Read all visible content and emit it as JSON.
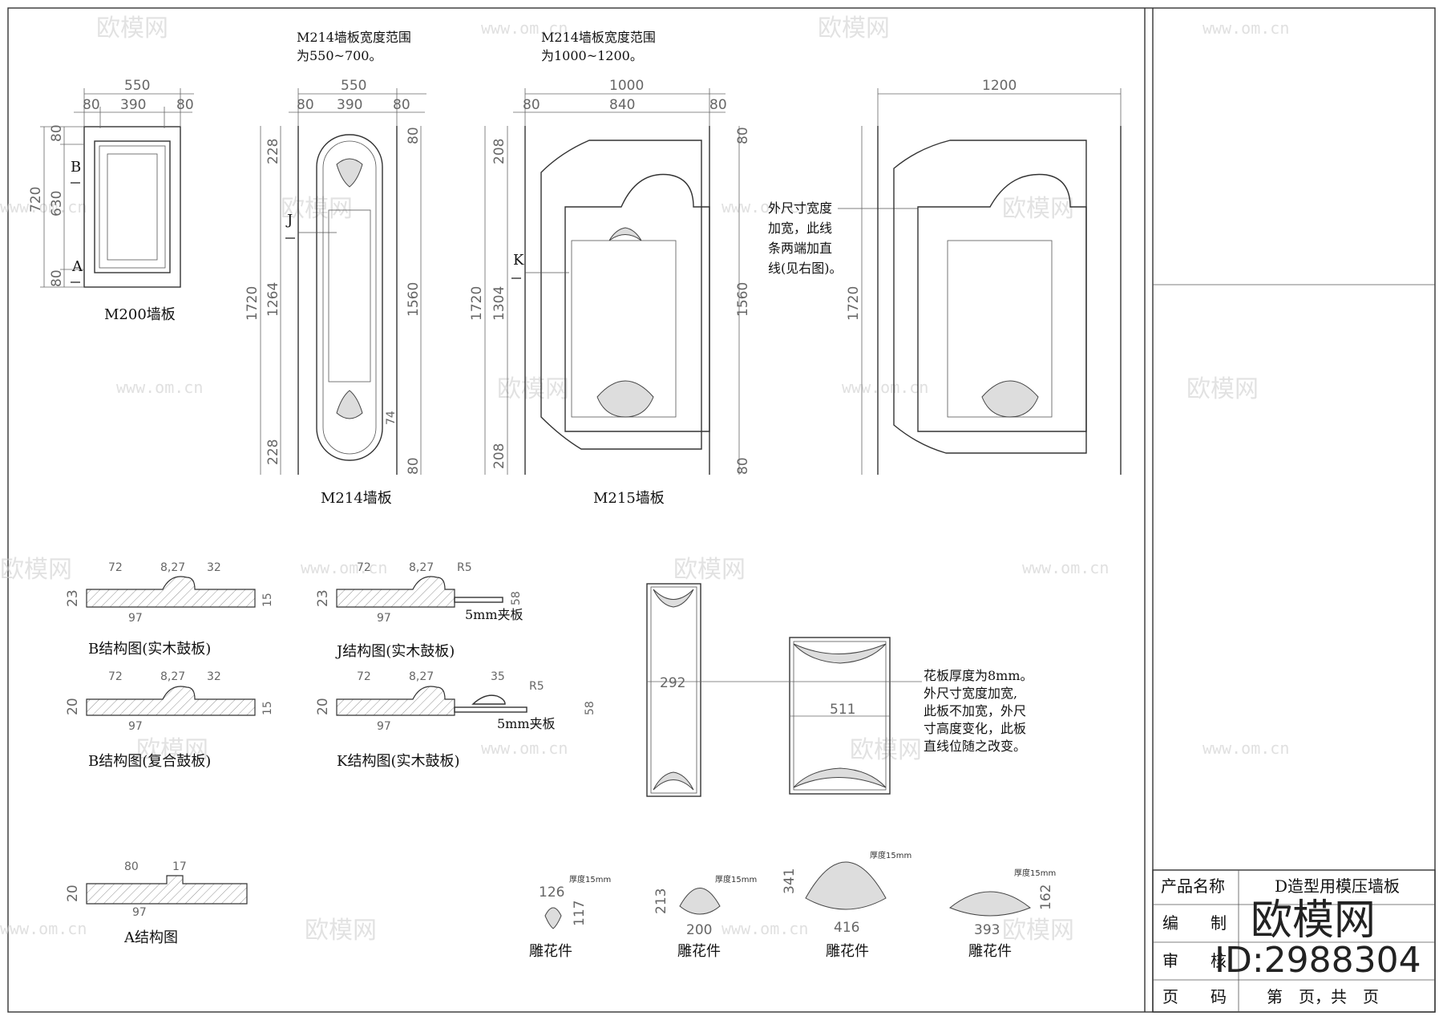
{
  "notes": {
    "m214_range_line1": "M214墙板宽度范围",
    "m214_range_line2": "为550~700。",
    "m215_range_line1": "M214墙板宽度范围",
    "m215_range_line2": "为1000~1200。",
    "outer_note": [
      "外尺寸宽度",
      "加宽，此线",
      "条两端加直",
      "线(见右图)。"
    ],
    "flower_note": [
      "花板厚度为8mm。",
      "外尺寸宽度加宽,",
      "此板不加宽，外尺",
      "寸高度变化，此板",
      "直线位随之改变。"
    ]
  },
  "panels": {
    "m200": {
      "label": "M200墙板",
      "w": "550",
      "w_parts": [
        "80",
        "390",
        "80"
      ],
      "h": "720",
      "h_parts": [
        "80",
        "630",
        "80"
      ],
      "marks": [
        "B",
        "A"
      ]
    },
    "m214": {
      "label": "M214墙板",
      "w": "550",
      "w_parts": [
        "80",
        "390",
        "80"
      ],
      "h": "1720",
      "h_inner": "1264",
      "h_parts_l": [
        "228",
        "228"
      ],
      "h_right": "1560",
      "h_right_parts": [
        "80",
        "80"
      ],
      "mark": "J",
      "small": "74"
    },
    "m215": {
      "label": "M215墙板",
      "w": "1000",
      "w_parts": [
        "80",
        "840",
        "80"
      ],
      "h": "1720",
      "h_inner": "1304",
      "h_parts_l": [
        "208",
        "208"
      ],
      "h_right": "1560",
      "h_right_parts": [
        "80",
        "80"
      ],
      "mark": "K"
    },
    "m215b": {
      "w": "1200",
      "h": "1720"
    }
  },
  "sections": {
    "b1": {
      "label": "B结构图(实木鼓板)",
      "dims_top": [
        "72",
        "8,27",
        "32"
      ],
      "h": "23",
      "w": "97",
      "r": "15"
    },
    "j": {
      "label": "J结构图(实木鼓板)",
      "dims_top": [
        "72",
        "8,27",
        "R5"
      ],
      "h": "23",
      "w": "97",
      "r": "58",
      "clip": "5mm夹板"
    },
    "b2": {
      "label": "B结构图(复合鼓板)",
      "dims_top": [
        "72",
        "8,27",
        "32"
      ],
      "h": "20",
      "w": "97",
      "r": "15"
    },
    "k": {
      "label": "K结构图(实木鼓板)",
      "dims_top": [
        "72",
        "8,27",
        "35",
        "R5"
      ],
      "h": "20",
      "w": "97",
      "r": "58",
      "clip": "5mm夹板"
    },
    "a": {
      "label": "A结构图",
      "dims_top": [
        "80",
        "17"
      ],
      "h": "20",
      "w": "97"
    }
  },
  "flower_boards": {
    "w1": "292",
    "w2": "511"
  },
  "carvings": [
    {
      "label": "雕花件",
      "thick": "厚度15mm",
      "w": "126",
      "h": "117"
    },
    {
      "label": "雕花件",
      "thick": "厚度15mm",
      "w": "200",
      "h": "213"
    },
    {
      "label": "雕花件",
      "thick": "厚度15mm",
      "w": "416",
      "h": "341"
    },
    {
      "label": "雕花件",
      "thick": "厚度15mm",
      "w": "393",
      "h": "162"
    }
  ],
  "title_block": {
    "product_name_label": "产品名称",
    "product_name_value": "D造型用模压墙板",
    "edit_label": "编",
    "edit_label2": "制",
    "review_label": "审",
    "review_label2": "核",
    "page_label": "页",
    "page_label2": "码",
    "page_value": "第　页，共　页"
  },
  "brand": {
    "logo": "欧模网",
    "id": "ID:2988304",
    "watermark_cn": "欧模网",
    "watermark_url": "www.om.cn"
  }
}
